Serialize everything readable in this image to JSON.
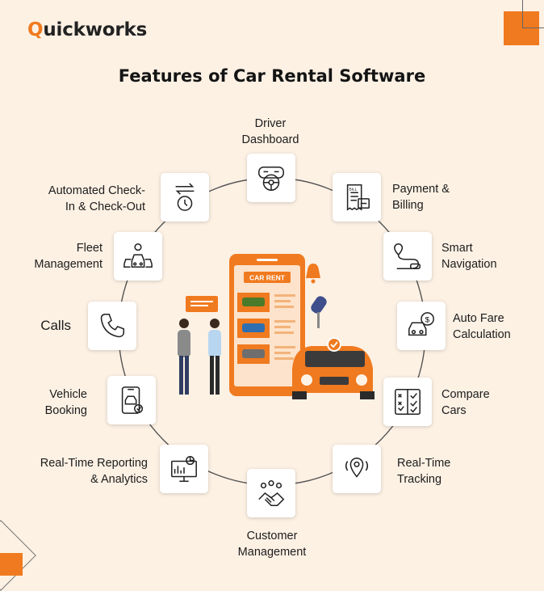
{
  "brand": {
    "logo_q": "Q",
    "logo_rest": "uickworks"
  },
  "title": "Features of Car Rental Software",
  "center_badge": "CAR RENT",
  "features": {
    "driver_dashboard": [
      "Driver",
      "Dashboard"
    ],
    "payment": [
      "Payment &",
      "Billing"
    ],
    "smart_nav": [
      "Smart",
      "Navigation"
    ],
    "auto_fare": [
      "Auto Fare",
      "Calculation"
    ],
    "compare": [
      "Compare",
      "Cars"
    ],
    "tracking": [
      "Real-Time",
      "Tracking"
    ],
    "customer": [
      "Customer",
      "Management"
    ],
    "reporting": [
      "Real-Time Reporting",
      "& Analytics"
    ],
    "booking": [
      "Vehicle",
      "Booking"
    ],
    "calls": [
      "Calls"
    ],
    "fleet": [
      "Fleet",
      "Management"
    ],
    "checkin": [
      "Automated Check-",
      "In & Check-Out"
    ]
  },
  "colors": {
    "accent": "#f07a1f",
    "background": "#fdf1e4",
    "ring": "#555555"
  },
  "icons": [
    "steering-wheel-icon",
    "bill-icon",
    "route-icon",
    "fare-icon",
    "checklist-icon",
    "location-pin-icon",
    "handshake-icon",
    "analytics-icon",
    "mobile-booking-icon",
    "phone-icon",
    "fleet-cars-icon",
    "arrows-clock-icon"
  ]
}
